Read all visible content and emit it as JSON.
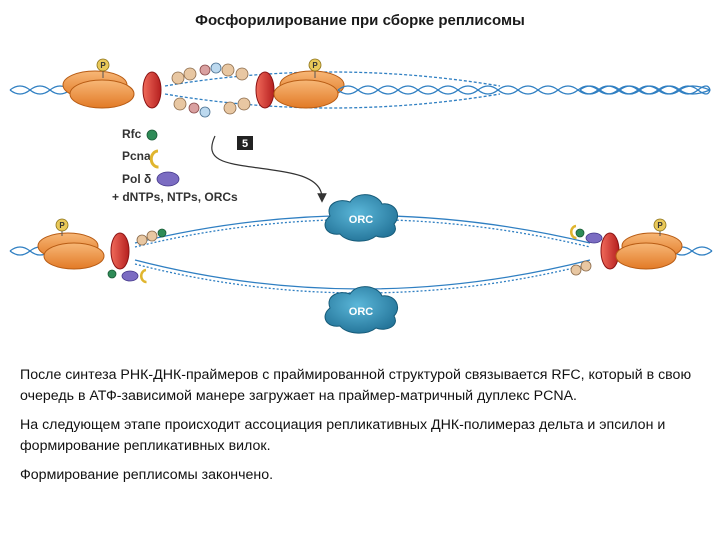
{
  "title": "Фосфорилирование при сборке реплисомы",
  "figure": {
    "step_number": "5",
    "legend": [
      {
        "label": "Rfc",
        "icon": "rfc-icon",
        "color": "#2e8b57"
      },
      {
        "label": "Pcna",
        "icon": "pcna-icon",
        "color": "#f2cc4a"
      },
      {
        "label": "Pol δ",
        "icon": "pol-delta-icon",
        "color": "#7b6cc2"
      },
      {
        "label": "+ dNTPs, NTPs, ORCs",
        "icon": null
      }
    ],
    "orc_label": "ORC",
    "phospho_label": "P",
    "colors": {
      "dna_strand": "#2f7fc2",
      "mcm_orange": "#f29a4a",
      "cdc45_red": "#d9312f",
      "orc_teal": "#2e8bb5",
      "phospho": "#e9c95a"
    }
  },
  "paragraphs": [
    "После синтеза РНК-ДНК-праймеров с праймированной структурой связывается RFC, который в свою очередь в АТФ-зависимой манере загружает на праймер-матричный дуплекс PCNA.",
    "На следующем этапе происходит ассоциация репликативных ДНК-полимераз дельта и эпсилон и формирование репликативных вилок.",
    "Формирование реплисомы закончено."
  ]
}
